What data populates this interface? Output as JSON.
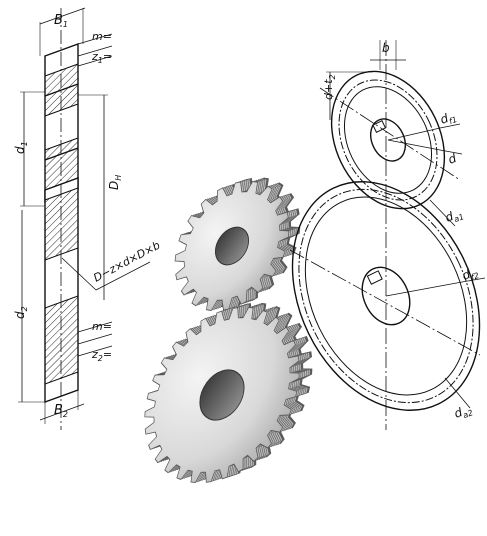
{
  "section_view": {
    "top_width_label": "B",
    "top_width_sub": "1",
    "module_label_top": "m=",
    "teeth_label_top": "z",
    "teeth_sub_top": "1",
    "teeth_eq_top": "=",
    "module_label_bottom": "m=",
    "teeth_label_bottom": "z",
    "teeth_sub_bottom": "2",
    "teeth_eq_bottom": "=",
    "bottom_width_label": "B",
    "bottom_width_sub": "2",
    "pitch_dia_top": "d",
    "pitch_dia_top_sub": "1",
    "pitch_dia_bottom": "d",
    "pitch_dia_bottom_sub": "2",
    "bore_dia": "D",
    "bore_dia_sub": "H",
    "spline_callout": "D−z×d×D×b"
  },
  "projection_view": {
    "width_label": "b",
    "keyway_depth": "d+t",
    "keyway_depth_sub": "2",
    "root_dia_top": "d",
    "root_dia_top_sub": "f1",
    "shaft_dia": "d",
    "tip_dia_top": "d",
    "tip_dia_top_sub": "a1",
    "root_dia_bottom": "d",
    "root_dia_bottom_sub": "f2",
    "tip_dia_bottom": "d",
    "tip_dia_bottom_sub": "a2"
  },
  "colors": {
    "line": "#111111",
    "gear_light": "#e9e9e9",
    "gear_mid": "#b8b8b8",
    "gear_dark": "#5a5a5a"
  }
}
